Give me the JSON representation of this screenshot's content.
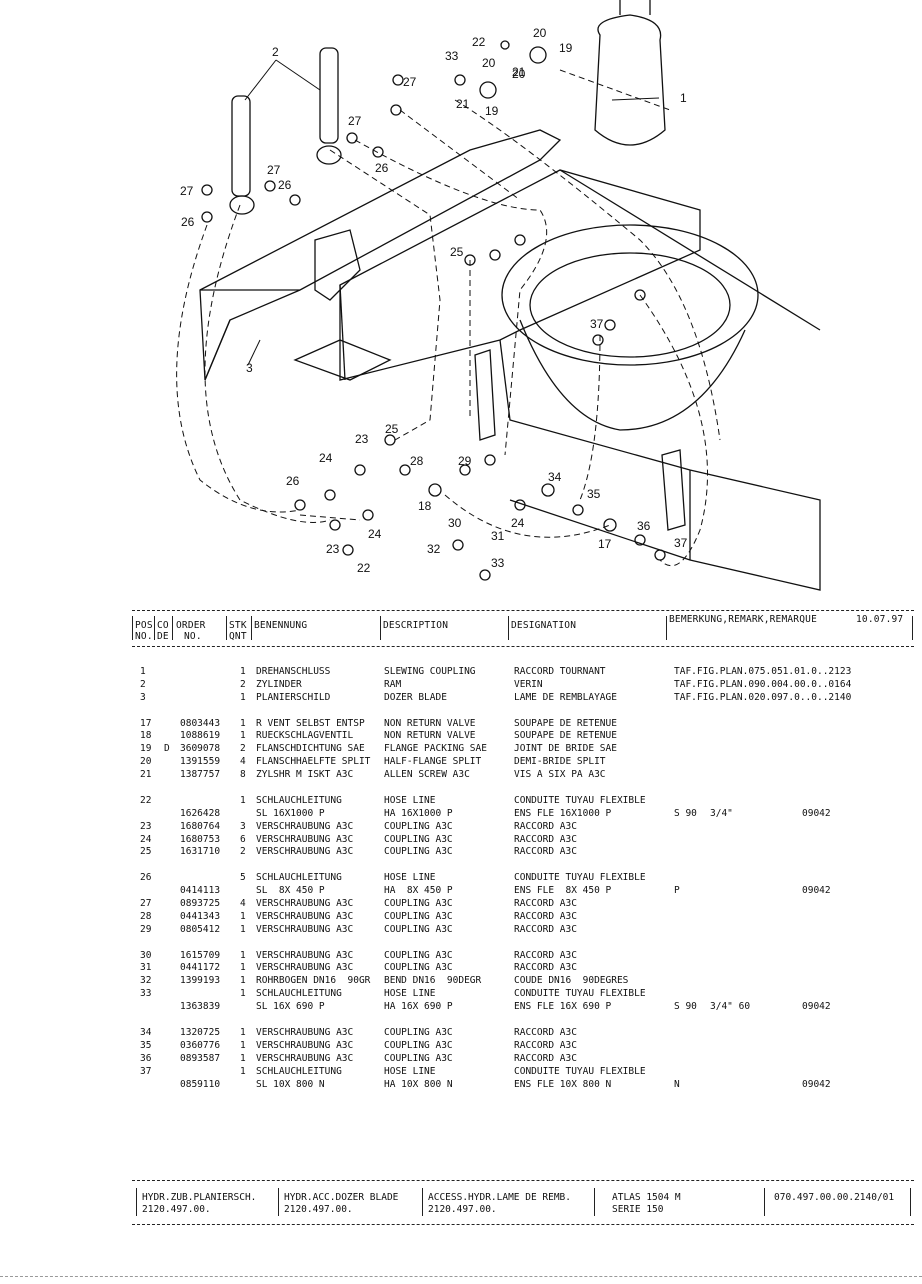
{
  "header": {
    "pos": "POS",
    "no": "NO.",
    "co": "CO",
    "de": "DE",
    "order": "ORDER",
    "order_no": "NO.",
    "stk": "STK",
    "qnt": "QNT",
    "benennung": "BENENNUNG",
    "description": "DESCRIPTION",
    "designation": "DESIGNATION",
    "remark": "BEMERKUNG,REMARK,REMARQUE",
    "date": "10.07.97"
  },
  "diagram_labels": [
    "1",
    "2",
    "3",
    "17",
    "18",
    "19",
    "19",
    "20",
    "20",
    "20",
    "21",
    "21",
    "22",
    "22",
    "23",
    "23",
    "24",
    "24",
    "24",
    "25",
    "25",
    "26",
    "26",
    "26",
    "26",
    "27",
    "27",
    "27",
    "27",
    "28",
    "29",
    "30",
    "31",
    "32",
    "33",
    "33",
    "34",
    "35",
    "36",
    "37",
    "37"
  ],
  "rows": [
    {
      "pos": "1",
      "de": "",
      "order": "",
      "qty": "1",
      "ben": "DREHANSCHLUSS",
      "desc": "SLEWING COUPLING",
      "fr": "RACCORD TOURNANT",
      "rem": "TAF.FIG.PLAN.075.051.01.0..2123",
      "size": "",
      "code": ""
    },
    {
      "pos": "2",
      "de": "",
      "order": "",
      "qty": "2",
      "ben": "ZYLINDER",
      "desc": "RAM",
      "fr": "VERIN",
      "rem": "TAF.FIG.PLAN.090.004.00.0..0164",
      "size": "",
      "code": ""
    },
    {
      "pos": "3",
      "de": "",
      "order": "",
      "qty": "1",
      "ben": "PLANIERSCHILD",
      "desc": "DOZER BLADE",
      "fr": "LAME DE REMBLAYAGE",
      "rem": "TAF.FIG.PLAN.020.097.0..0..2140",
      "size": "",
      "code": ""
    },
    {
      "gap": true
    },
    {
      "pos": "17",
      "de": "",
      "order": "0803443",
      "qty": "1",
      "ben": "R VENT SELBST ENTSP",
      "desc": "NON RETURN VALVE",
      "fr": "SOUPAPE DE RETENUE",
      "rem": "",
      "size": "",
      "code": ""
    },
    {
      "pos": "18",
      "de": "",
      "order": "1088619",
      "qty": "1",
      "ben": "RUECKSCHLAGVENTIL",
      "desc": "NON RETURN VALVE",
      "fr": "SOUPAPE DE RETENUE",
      "rem": "",
      "size": "",
      "code": ""
    },
    {
      "pos": "19",
      "de": "D",
      "order": "3609078",
      "qty": "2",
      "ben": "FLANSCHDICHTUNG SAE",
      "desc": "FLANGE PACKING SAE",
      "fr": "JOINT DE BRIDE SAE",
      "rem": "",
      "size": "",
      "code": ""
    },
    {
      "pos": "20",
      "de": "",
      "order": "1391559",
      "qty": "4",
      "ben": "FLANSCHHAELFTE SPLIT",
      "desc": "HALF-FLANGE SPLIT",
      "fr": "DEMI-BRIDE SPLIT",
      "rem": "",
      "size": "",
      "code": ""
    },
    {
      "pos": "21",
      "de": "",
      "order": "1387757",
      "qty": "8",
      "ben": "ZYLSHR M ISKT A3C",
      "desc": "ALLEN SCREW A3C",
      "fr": "VIS A SIX PA A3C",
      "rem": "",
      "size": "",
      "code": ""
    },
    {
      "gap": true
    },
    {
      "pos": "22",
      "de": "",
      "order": "",
      "qty": "1",
      "ben": "SCHLAUCHLEITUNG",
      "desc": "HOSE LINE",
      "fr": "CONDUITE TUYAU FLEXIBLE",
      "rem": "",
      "size": "",
      "code": ""
    },
    {
      "pos": "",
      "de": "",
      "order": "1626428",
      "qty": "",
      "ben": "SL 16X1000 P",
      "desc": "HA 16X1000 P",
      "fr": "ENS FLE 16X1000 P",
      "rem": "S 90",
      "size": "3/4\"",
      "code": "09042"
    },
    {
      "pos": "23",
      "de": "",
      "order": "1680764",
      "qty": "3",
      "ben": "VERSCHRAUBUNG A3C",
      "desc": "COUPLING A3C",
      "fr": "RACCORD A3C",
      "rem": "",
      "size": "",
      "code": ""
    },
    {
      "pos": "24",
      "de": "",
      "order": "1680753",
      "qty": "6",
      "ben": "VERSCHRAUBUNG A3C",
      "desc": "COUPLING A3C",
      "fr": "RACCORD A3C",
      "rem": "",
      "size": "",
      "code": ""
    },
    {
      "pos": "25",
      "de": "",
      "order": "1631710",
      "qty": "2",
      "ben": "VERSCHRAUBUNG A3C",
      "desc": "COUPLING A3C",
      "fr": "RACCORD A3C",
      "rem": "",
      "size": "",
      "code": ""
    },
    {
      "gap": true
    },
    {
      "pos": "26",
      "de": "",
      "order": "",
      "qty": "5",
      "ben": "SCHLAUCHLEITUNG",
      "desc": "HOSE LINE",
      "fr": "CONDUITE TUYAU FLEXIBLE",
      "rem": "",
      "size": "",
      "code": ""
    },
    {
      "pos": "",
      "de": "",
      "order": "0414113",
      "qty": "",
      "ben": "SL  8X 450 P",
      "desc": "HA  8X 450 P",
      "fr": "ENS FLE  8X 450 P",
      "rem": "P",
      "size": "",
      "code": "09042"
    },
    {
      "pos": "27",
      "de": "",
      "order": "0893725",
      "qty": "4",
      "ben": "VERSCHRAUBUNG A3C",
      "desc": "COUPLING A3C",
      "fr": "RACCORD A3C",
      "rem": "",
      "size": "",
      "code": ""
    },
    {
      "pos": "28",
      "de": "",
      "order": "0441343",
      "qty": "1",
      "ben": "VERSCHRAUBUNG A3C",
      "desc": "COUPLING A3C",
      "fr": "RACCORD A3C",
      "rem": "",
      "size": "",
      "code": ""
    },
    {
      "pos": "29",
      "de": "",
      "order": "0805412",
      "qty": "1",
      "ben": "VERSCHRAUBUNG A3C",
      "desc": "COUPLING A3C",
      "fr": "RACCORD A3C",
      "rem": "",
      "size": "",
      "code": ""
    },
    {
      "gap": true
    },
    {
      "pos": "30",
      "de": "",
      "order": "1615709",
      "qty": "1",
      "ben": "VERSCHRAUBUNG A3C",
      "desc": "COUPLING A3C",
      "fr": "RACCORD A3C",
      "rem": "",
      "size": "",
      "code": ""
    },
    {
      "pos": "31",
      "de": "",
      "order": "0441172",
      "qty": "1",
      "ben": "VERSCHRAUBUNG A3C",
      "desc": "COUPLING A3C",
      "fr": "RACCORD A3C",
      "rem": "",
      "size": "",
      "code": ""
    },
    {
      "pos": "32",
      "de": "",
      "order": "1399193",
      "qty": "1",
      "ben": "ROHRBOGEN DN16  90GR",
      "desc": "BEND DN16  90DEGR",
      "fr": "COUDE DN16  90DEGRES",
      "rem": "",
      "size": "",
      "code": ""
    },
    {
      "pos": "33",
      "de": "",
      "order": "",
      "qty": "1",
      "ben": "SCHLAUCHLEITUNG",
      "desc": "HOSE LINE",
      "fr": "CONDUITE TUYAU FLEXIBLE",
      "rem": "",
      "size": "",
      "code": ""
    },
    {
      "pos": "",
      "de": "",
      "order": "1363839",
      "qty": "",
      "ben": "SL 16X 690 P",
      "desc": "HA 16X 690 P",
      "fr": "ENS FLE 16X 690 P",
      "rem": "S 90",
      "size": "3/4\" 60",
      "code": "09042"
    },
    {
      "gap": true
    },
    {
      "pos": "34",
      "de": "",
      "order": "1320725",
      "qty": "1",
      "ben": "VERSCHRAUBUNG A3C",
      "desc": "COUPLING A3C",
      "fr": "RACCORD A3C",
      "rem": "",
      "size": "",
      "code": ""
    },
    {
      "pos": "35",
      "de": "",
      "order": "0360776",
      "qty": "1",
      "ben": "VERSCHRAUBUNG A3C",
      "desc": "COUPLING A3C",
      "fr": "RACCORD A3C",
      "rem": "",
      "size": "",
      "code": ""
    },
    {
      "pos": "36",
      "de": "",
      "order": "0893587",
      "qty": "1",
      "ben": "VERSCHRAUBUNG A3C",
      "desc": "COUPLING A3C",
      "fr": "RACCORD A3C",
      "rem": "",
      "size": "",
      "code": ""
    },
    {
      "pos": "37",
      "de": "",
      "order": "",
      "qty": "1",
      "ben": "SCHLAUCHLEITUNG",
      "desc": "HOSE LINE",
      "fr": "CONDUITE TUYAU FLEXIBLE",
      "rem": "",
      "size": "",
      "code": ""
    },
    {
      "pos": "",
      "de": "",
      "order": "0859110",
      "qty": "",
      "ben": "SL 10X 800 N",
      "desc": "HA 10X 800 N",
      "fr": "ENS FLE 10X 800 N",
      "rem": "N",
      "size": "",
      "code": "09042"
    }
  ],
  "footer": {
    "de_line1": "HYDR.ZUB.PLANIERSCH.",
    "de_line2": "2120.497.00.",
    "en_line1": "HYDR.ACC.DOZER BLADE",
    "en_line2": "2120.497.00.",
    "fr_line1": "ACCESS.HYDR.LAME DE REMB.",
    "fr_line2": "2120.497.00.",
    "model_line1": "ATLAS 1504 M",
    "model_line2": "SERIE 150",
    "doc_no": "070.497.00.00.2140/01"
  }
}
